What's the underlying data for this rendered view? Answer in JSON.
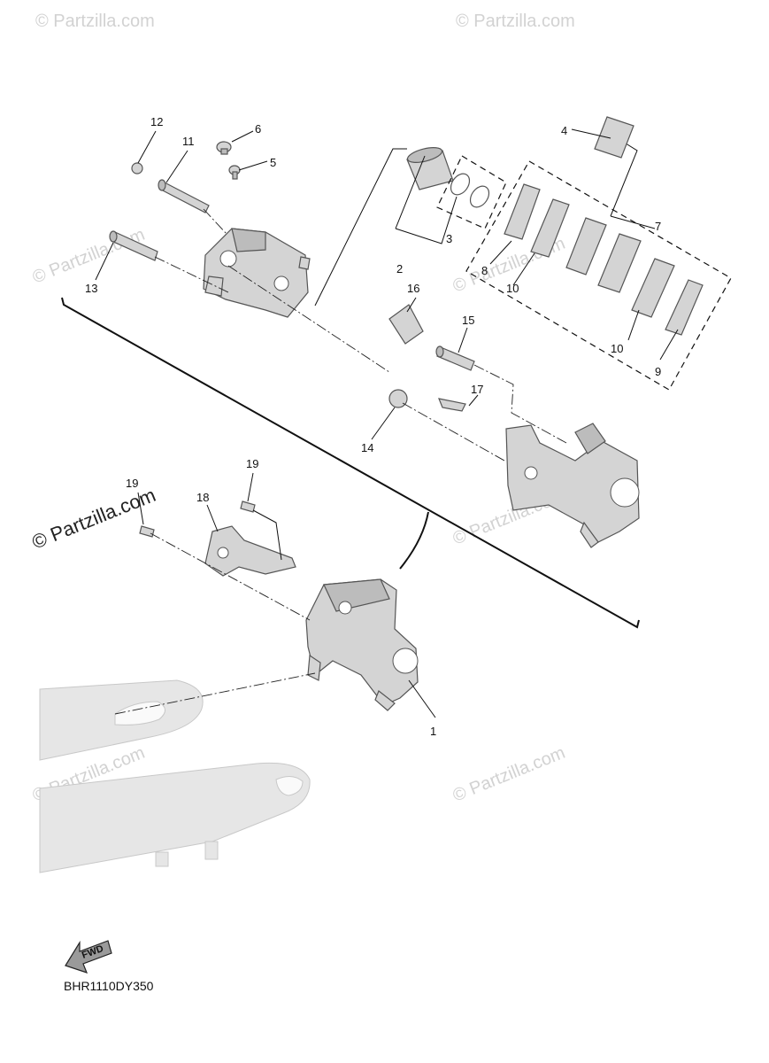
{
  "watermarks": {
    "partzilla_plain": "© Partzilla.com",
    "partzilla_strong": "© Partzilla.com"
  },
  "callouts": {
    "c1": "1",
    "c2": "2",
    "c3": "3",
    "c4": "4",
    "c5": "5",
    "c6": "6",
    "c7": "7",
    "c8": "8",
    "c9": "9",
    "c10a": "10",
    "c10b": "10",
    "c11": "11",
    "c12": "12",
    "c13": "13",
    "c14": "14",
    "c15": "15",
    "c16": "16",
    "c17": "17",
    "c18": "18",
    "c19a": "19",
    "c19b": "19"
  },
  "fwd_label": "FWD",
  "diagram_code": "BHR1110DY350",
  "colors": {
    "part_fill": "#d4d4d4",
    "outline": "#555555",
    "line": "#111111",
    "watermark": "#d2d2d2"
  }
}
